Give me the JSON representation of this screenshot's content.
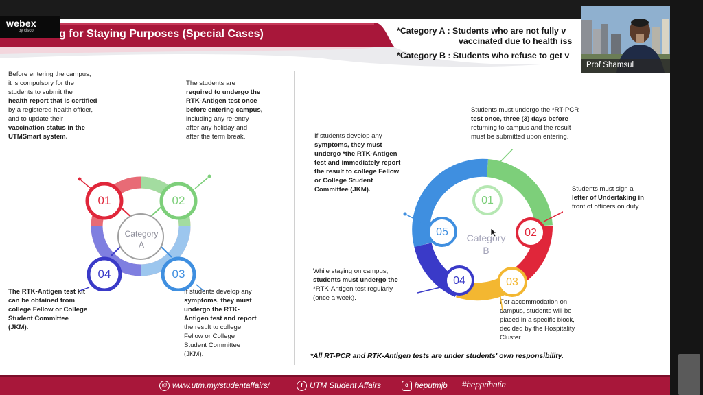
{
  "app": {
    "logo_main": "webex",
    "logo_sub": "by cisco"
  },
  "participant": {
    "name": "Prof Shamsul"
  },
  "slide": {
    "title": "g for Staying Purposes  (Special Cases)",
    "category_a_note_1": "*Category A : Students who are not  fully v",
    "category_a_note_2": "vaccinated due to health iss",
    "category_b_note": "*Category B : Students who refuse to get v",
    "footnote": "*All RT-PCR and RTK-Antigen tests are under students' own  responsibility.",
    "category_a": {
      "center_label_1": "Category",
      "center_label_2": "A",
      "step_numbers": [
        "01",
        "02",
        "03",
        "04"
      ],
      "text_01_lines": [
        "Before entering the campus,",
        "it is compulsory for the",
        "students to submit the",
        "health report that is certified",
        "by a registered health officer,",
        "and to update their",
        "vaccination status in the",
        "UTMSmart system."
      ],
      "text_02_lines": [
        "The students are",
        "required to undergo the",
        "RTK-Antigen test once",
        "before entering campus,",
        "including any re-entry",
        "after any holiday and",
        "after the term break."
      ],
      "text_03_lines": [
        "If students develop any",
        "symptoms, they must",
        "undergo the RTK-",
        "Antigen test and report",
        "the result to college",
        "Fellow or College",
        "Student Committee",
        "(JKM)."
      ],
      "text_04_lines": [
        "The RTK-Antigen test kit",
        "can be obtained from",
        "college Fellow or College",
        "Student Committee",
        "(JKM)."
      ]
    },
    "category_b": {
      "center_label_1": "Category",
      "center_label_2": "B",
      "step_numbers": [
        "01",
        "02",
        "03",
        "04",
        "05"
      ],
      "text_01_lines": [
        "Students must undergo the *RT-PCR",
        "test once, three (3) days before",
        "returning to campus and the result",
        "must be submitted upon entering."
      ],
      "text_02_lines": [
        "Students must sign a",
        "letter of Undertaking in",
        "front of officers on duty."
      ],
      "text_03_lines": [
        "For accommodation on",
        "campus, students will be",
        "placed in a specific block,",
        "decided by the Hospitality",
        "Cluster."
      ],
      "text_04_lines": [
        "While staying on campus,",
        "students must undergo the",
        "*RTK-Antigen test regularly",
        "(once a week)."
      ],
      "text_05_lines": [
        "If students develop any",
        "symptoms, they must",
        "undergo *the RTK-Antigen",
        "test and immediately report",
        "the result to college Fellow",
        "or College Student",
        "Committee (JKM)."
      ]
    },
    "footer": {
      "website": "www.utm.my/studentaffairs/",
      "facebook": "UTM Student Affairs",
      "instagram": "heputmjb",
      "hashtag": "#hepprihatin"
    }
  },
  "colors": {
    "brand_maroon": "#a8173a",
    "red": "#e0263a",
    "green": "#7dcf7a",
    "blue": "#3f8fe0",
    "navy": "#3a3ac8",
    "yellow": "#f3b731"
  }
}
